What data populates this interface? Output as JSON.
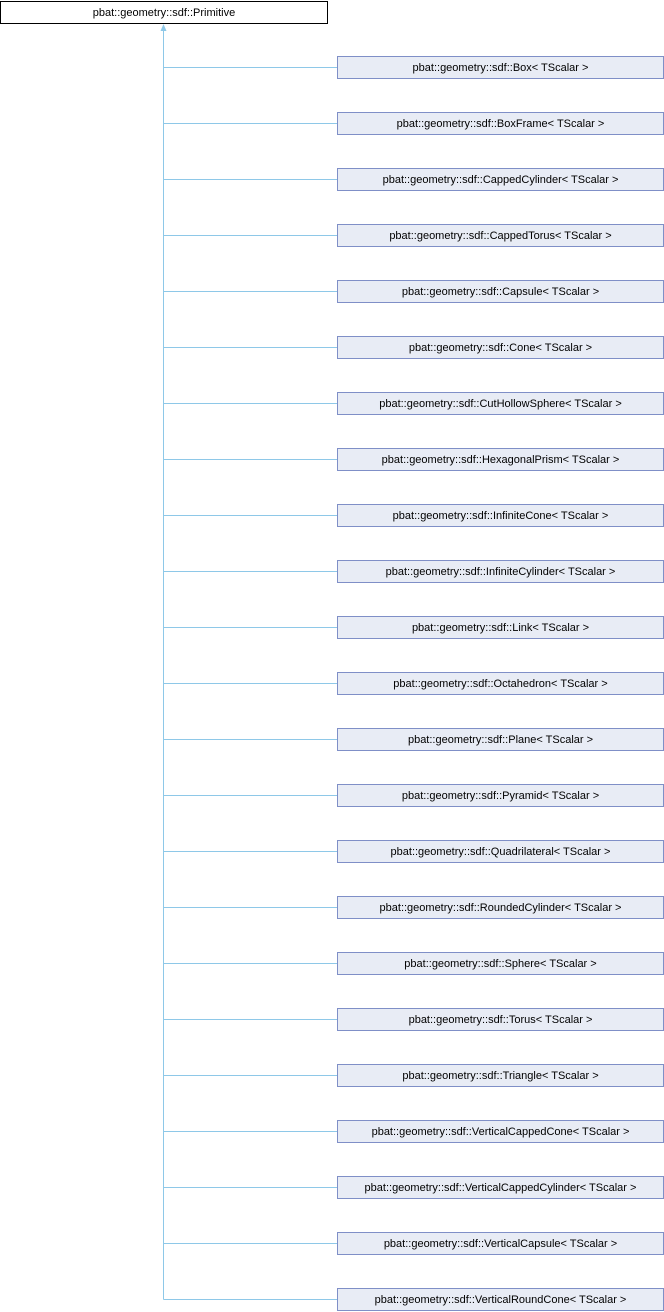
{
  "colors": {
    "edge": "#8ec8e8",
    "child_fill": "#e8ecf5",
    "child_border": "#7f8fc7"
  },
  "base_class": "pbat::geometry::sdf::Primitive",
  "derived_classes": [
    "pbat::geometry::sdf::Box< TScalar >",
    "pbat::geometry::sdf::BoxFrame< TScalar >",
    "pbat::geometry::sdf::CappedCylinder< TScalar >",
    "pbat::geometry::sdf::CappedTorus< TScalar >",
    "pbat::geometry::sdf::Capsule< TScalar >",
    "pbat::geometry::sdf::Cone< TScalar >",
    "pbat::geometry::sdf::CutHollowSphere< TScalar >",
    "pbat::geometry::sdf::HexagonalPrism< TScalar >",
    "pbat::geometry::sdf::InfiniteCone< TScalar >",
    "pbat::geometry::sdf::InfiniteCylinder< TScalar >",
    "pbat::geometry::sdf::Link< TScalar >",
    "pbat::geometry::sdf::Octahedron< TScalar >",
    "pbat::geometry::sdf::Plane< TScalar >",
    "pbat::geometry::sdf::Pyramid< TScalar >",
    "pbat::geometry::sdf::Quadrilateral< TScalar >",
    "pbat::geometry::sdf::RoundedCylinder< TScalar >",
    "pbat::geometry::sdf::Sphere< TScalar >",
    "pbat::geometry::sdf::Torus< TScalar >",
    "pbat::geometry::sdf::Triangle< TScalar >",
    "pbat::geometry::sdf::VerticalCappedCone< TScalar >",
    "pbat::geometry::sdf::VerticalCappedCylinder< TScalar >",
    "pbat::geometry::sdf::VerticalCapsule< TScalar >",
    "pbat::geometry::sdf::VerticalRoundCone< TScalar >"
  ]
}
